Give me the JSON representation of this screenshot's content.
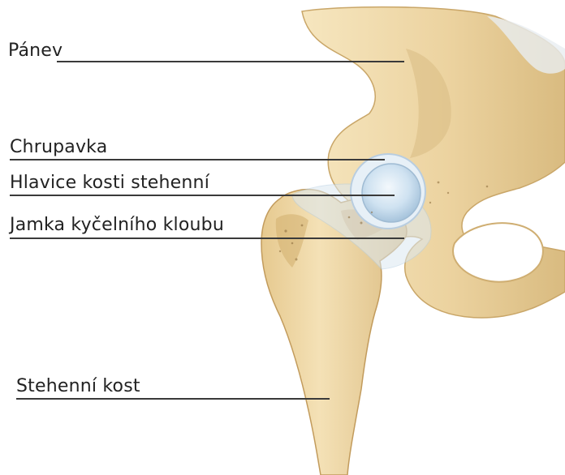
{
  "labels": {
    "pelvis": "Pánev",
    "cartilage": "Chrupavka",
    "femoral_head": "Hlavice kosti stehenní",
    "hip_socket": "Jamka kyčelního kloubu",
    "femur": "Stehenní kost"
  },
  "colors": {
    "bone": "#f0dcae",
    "bone_shadow": "#d7b97b",
    "bone_light": "#fbf0d2",
    "cartilage": "#cfe3f2",
    "leader_line": "#3a3a3a",
    "text": "#222222"
  }
}
